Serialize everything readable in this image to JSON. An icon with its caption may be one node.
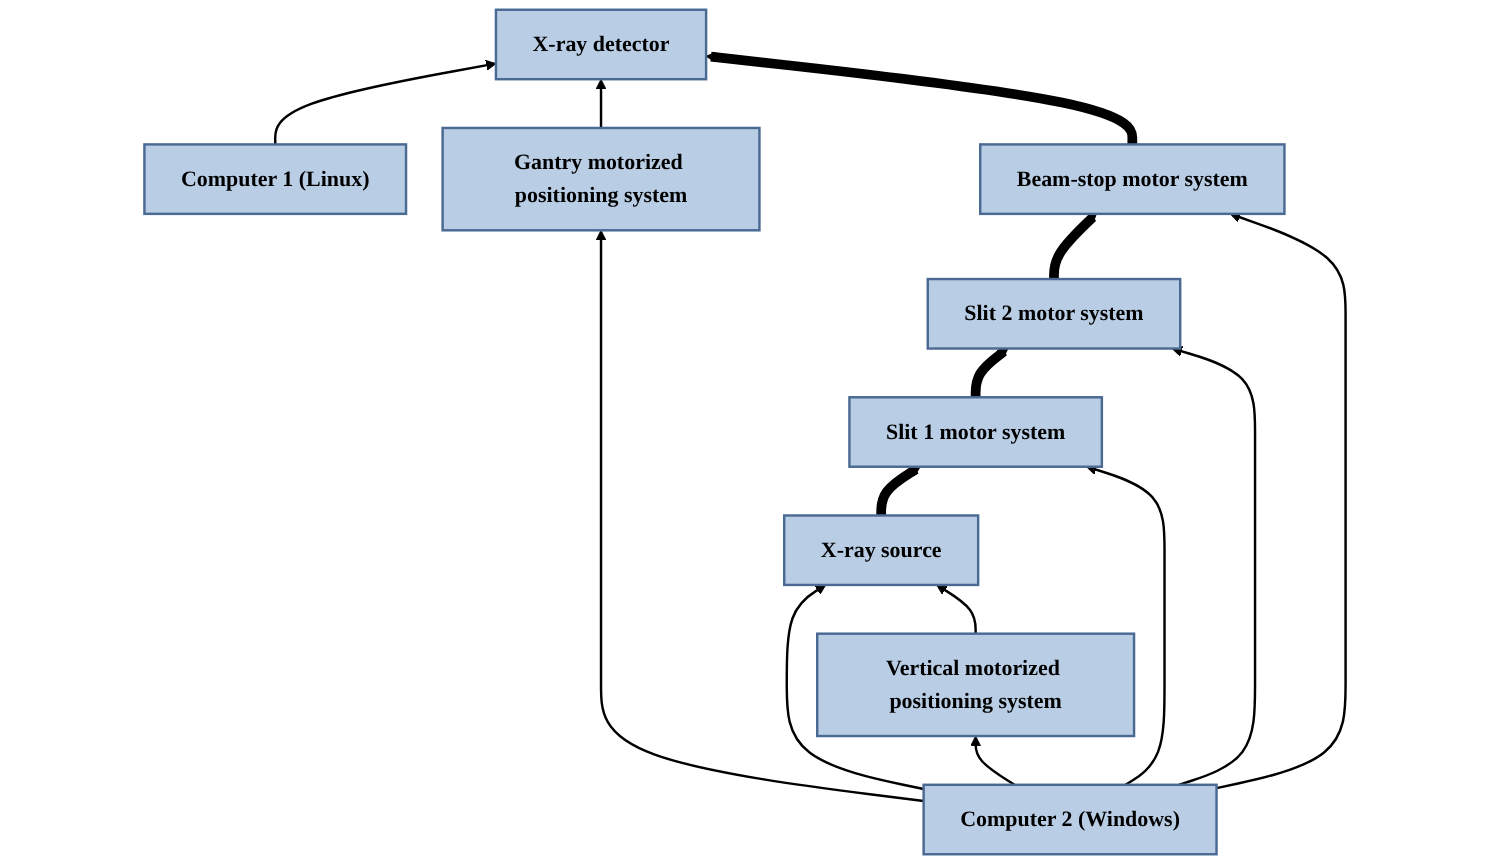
{
  "diagram": {
    "nodes": [
      {
        "text": [
          "Computer 1 (Linux)"
        ]
      },
      {
        "text": [
          "X-ray detector"
        ]
      },
      {
        "text": [
          "Gantry motorized positioning system"
        ]
      },
      {
        "text": [
          "Beam-stop motor system"
        ]
      },
      {
        "text": [
          "Slit 2 motor system"
        ]
      },
      {
        "text": [
          "Computer 2 (Windows)"
        ]
      },
      {
        "text": [
          "Slit 1 motor system"
        ]
      },
      {
        "text": [
          "X-ray source"
        ]
      },
      {
        "text": [
          "Vertical motorized positioning system"
        ]
      }
    ],
    "edges": [
      {
        "from": 0,
        "to": 1,
        "arrow": "to"
      },
      {
        "from": 2,
        "to": 1,
        "arrow": "to"
      },
      {
        "from": 3,
        "to": 1,
        "arrow": "to",
        "style": "thick"
      },
      {
        "from": 4,
        "to": 3,
        "arrow": "to",
        "style": "thick"
      },
      {
        "from": 6,
        "to": 4,
        "arrow": "to",
        "style": "thick"
      },
      {
        "from": 7,
        "to": 6,
        "arrow": "to",
        "style": "thick"
      },
      {
        "from": 5,
        "to": 3,
        "arrow": "to"
      },
      {
        "from": 5,
        "to": 4,
        "arrow": "to"
      },
      {
        "from": 5,
        "to": 6,
        "arrow": "to"
      },
      {
        "from": 5,
        "to": 7,
        "arrow": "to"
      },
      {
        "from": 5,
        "to": 2,
        "arrow": "to"
      },
      {
        "from": 5,
        "to": 8,
        "arrow": "to"
      },
      {
        "from": 8,
        "to": 7,
        "arrow": "to"
      }
    ]
  }
}
